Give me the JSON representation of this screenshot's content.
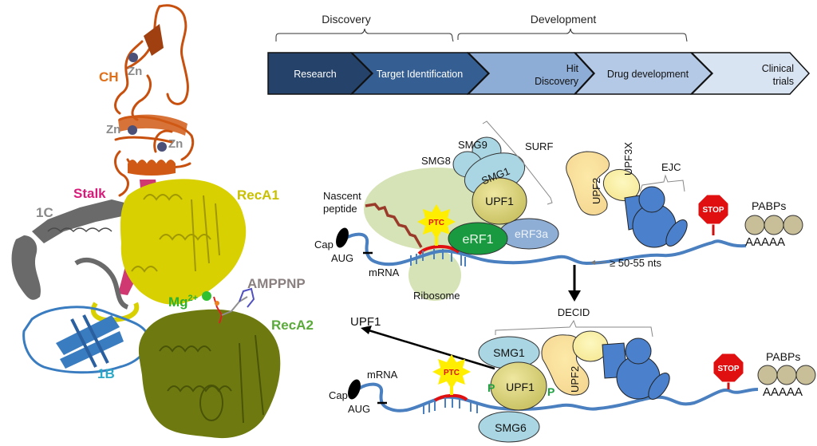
{
  "protein_structure": {
    "labels": {
      "ch": "CH",
      "zn_1": "Zn",
      "zn_2": "Zn",
      "zn_3": "Zn",
      "stalk": "Stalk",
      "one_c": "1C",
      "one_b": "1B",
      "reca1": "RecA1",
      "reca2": "RecA2",
      "mg": "Mg",
      "mg_charge": "2+",
      "amppnp": "AMPPNP"
    },
    "colors": {
      "ch": "#c8500f",
      "stalk": "#d03872",
      "one_c": "#6a6a6a",
      "one_b": "#3a7cc0",
      "reca1": "#d8d000",
      "reca2": "#6e7a10",
      "zn_sphere": "#4a5078",
      "mg_sphere": "#30c030",
      "label_ch": "#e0701a",
      "label_stalk": "#d81b7a",
      "label_gray": "#8a8a8a",
      "label_1b": "#2aa8c8",
      "label_reca1": "#c8c000",
      "label_reca2": "#5aaa3a",
      "label_mg": "#30b030",
      "label_amppnp": "#8a8080"
    }
  },
  "pipeline": {
    "groups": [
      {
        "label": "Discovery"
      },
      {
        "label": "Development"
      }
    ],
    "stages": [
      {
        "label": "Research",
        "color": "#24426a",
        "text_color": "#ffffff"
      },
      {
        "label": "Target Identification",
        "color": "#355f93",
        "text_color": "#ffffff"
      },
      {
        "label_line1": "Hit",
        "label_line2": "Discovery",
        "color": "#8eadd6",
        "text_color": "#000000"
      },
      {
        "label": "Drug development",
        "color": "#b4c9e6",
        "text_color": "#000000"
      },
      {
        "label_line1": "Clinical",
        "label_line2": "trials",
        "color": "#d9e4f3",
        "text_color": "#000000"
      }
    ]
  },
  "nmd_top": {
    "smg9": "SMG9",
    "smg8": "SMG8",
    "smg1": "SMG1",
    "surf": "SURF",
    "upf1": "UPF1",
    "nascent_peptide_line1": "Nascent",
    "nascent_peptide_line2": "peptide",
    "ptc": "PTC",
    "erf1": "eRF1",
    "erf3a": "eRF3a",
    "cap": "Cap",
    "aug": "AUG",
    "mrna": "mRNA",
    "ribosome": "Ribosome",
    "upf2": "UPF2",
    "upf3x": "UPF3X",
    "ejc": "EJC",
    "stop": "STOP",
    "pabps": "PABPs",
    "polya": "AAAAA",
    "distance": "≥ 50-55 nts"
  },
  "nmd_bottom": {
    "decid": "DECID",
    "upf1_released": "UPF1",
    "smg1": "SMG1",
    "upf1": "UPF1",
    "phospho_left": "P",
    "phospho_right": "P",
    "upf2": "UPF2",
    "smg6": "SMG6",
    "ptc": "PTC",
    "mrna": "mRNA",
    "cap": "Cap",
    "aug": "AUG",
    "stop": "STOP",
    "pabps": "PABPs",
    "polya": "AAAAA"
  },
  "colors": {
    "mrna": "#4a7fc0",
    "ptc_segment": "#e01010",
    "ptc_star": "#ffee00",
    "ptc_text": "#e01010",
    "ribosome": "#d6e3b6",
    "smg_light_blue": "#a9d6e2",
    "upf1": "#d8d070",
    "erf1": "#1a9a40",
    "erf3a": "#8eaed6",
    "upf2": "#f8df98",
    "upf3x": "#fbf0a0",
    "ejc": "#4a80cc",
    "stop": "#e01010",
    "pabp": "#c8bf98",
    "peptide": "#9a3a2a",
    "phospho": "#20a040",
    "bracket": "#888888"
  }
}
